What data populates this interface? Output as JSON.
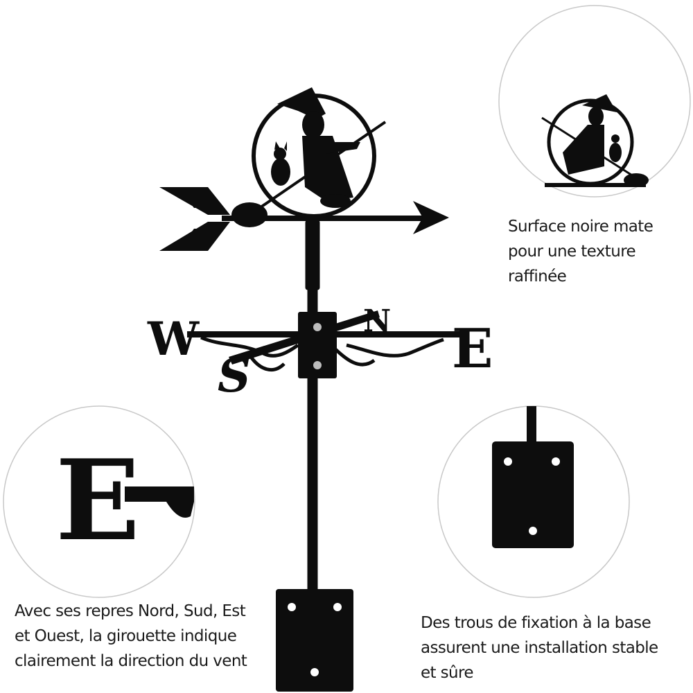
{
  "product": {
    "compass_letters": {
      "west": "W",
      "east": "E",
      "north": "N",
      "south": "S"
    },
    "detail_letter": "E",
    "color": "#0d0d0d"
  },
  "captions": {
    "finish": [
      "Surface noire mate",
      "pour une texture",
      "raffinée"
    ],
    "directions": [
      "Avec ses repres Nord, Sud, Est",
      "et Ouest, la girouette indique",
      "clairement la direction du vent"
    ],
    "mounting": [
      "Des trous de fixation à la base",
      "assurent une installation stable",
      "et sûre"
    ]
  },
  "icons": [
    "witch-silhouette-icon",
    "cat-silhouette-icon",
    "arrow-icon",
    "mounting-plate-icon"
  ]
}
